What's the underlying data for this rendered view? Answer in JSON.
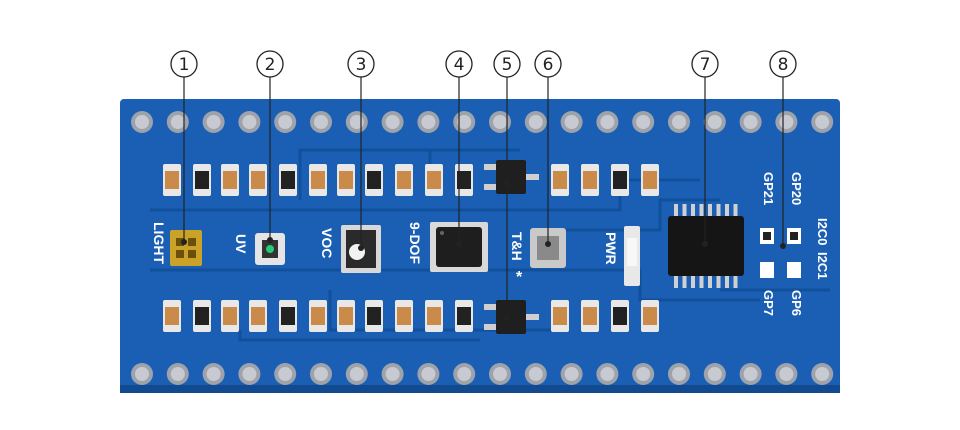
{
  "board": {
    "pcb_color": "#1a5fb4",
    "pcb_dark": "#124a8f",
    "pad_color": "#b9bcc2"
  },
  "callouts": [
    {
      "number": "1",
      "part": "light"
    },
    {
      "number": "2",
      "part": "uv"
    },
    {
      "number": "3",
      "part": "voc"
    },
    {
      "number": "4",
      "part": "9dof"
    },
    {
      "number": "5",
      "part": "th-regulators"
    },
    {
      "number": "6",
      "part": "th-sensor"
    },
    {
      "number": "7",
      "part": "mcu-chip"
    },
    {
      "number": "8",
      "part": "i2c-select"
    }
  ],
  "silkscreen": {
    "light": "LIGHT",
    "uv": "UV",
    "voc": "VOC",
    "dof": "9-DOF",
    "th": "T&H",
    "pwr": "PWR",
    "gp21": "GP21",
    "gp20": "GP20",
    "i2c0": "I2C0",
    "i2c1": "I2C1",
    "gp7": "GP7",
    "gp6": "GP6"
  }
}
